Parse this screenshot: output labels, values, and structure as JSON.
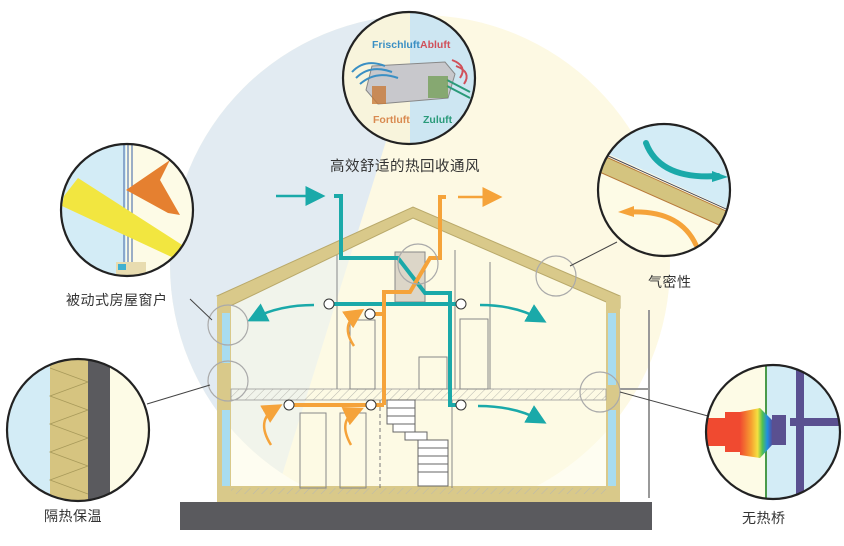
{
  "title": "Passive house principles diagram",
  "callouts": {
    "ventilation": {
      "label": "高效舒适的热回收通风",
      "words": {
        "fresh_air": "Frischluft",
        "extract_air": "Abluft",
        "exhaust_air": "Fortluft",
        "supply_air": "Zuluft"
      }
    },
    "windows": {
      "label": "被动式房屋窗户"
    },
    "airtightness": {
      "label": "气密性"
    },
    "insulation": {
      "label": "隔热保温"
    },
    "thermal_bridge": {
      "label": "无热桥"
    }
  },
  "colors": {
    "supply_teal": "#1aa9a9",
    "exhaust_orange": "#f5a33a",
    "wall_tan": "#d9c98a",
    "interior_cream": "#fdfbe6",
    "outside_blue": "#d6ecf6",
    "ground_gray": "#5a5a5e",
    "fresh_air_text": "#3a8fc4",
    "extract_air_text": "#d0505a",
    "exhaust_air_text": "#d98a50",
    "supply_air_text": "#2a9a7a"
  },
  "icons": {
    "supply_flow": "arrow-teal",
    "exhaust_flow": "arrow-orange",
    "valve": "circle-valve"
  }
}
